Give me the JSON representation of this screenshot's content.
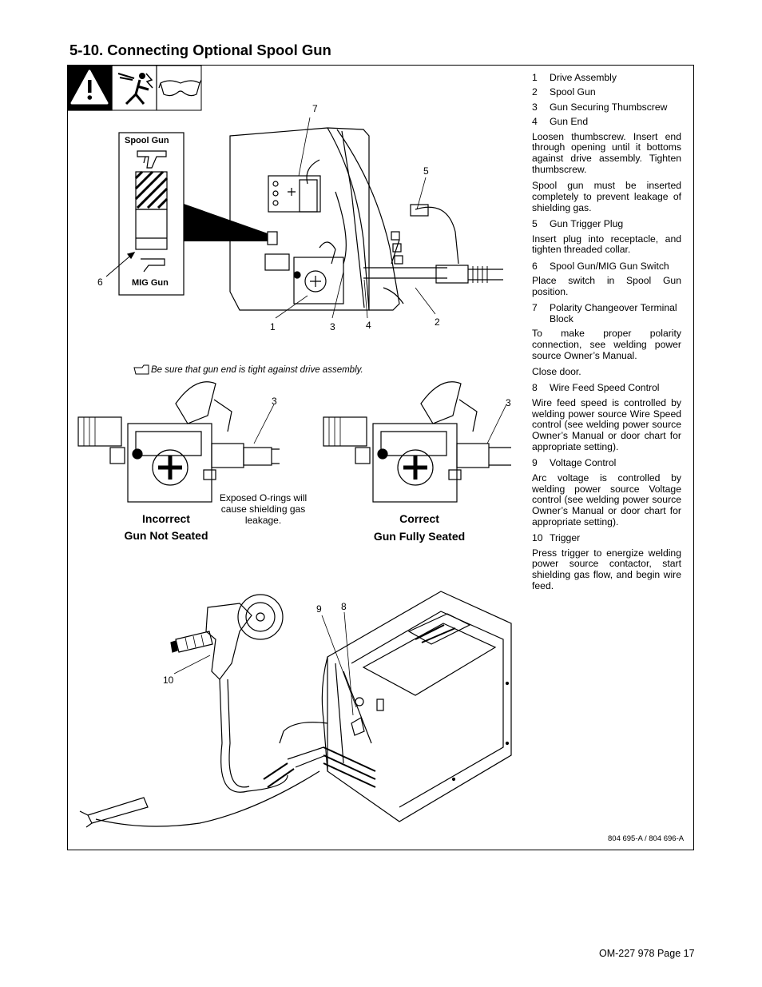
{
  "header": {
    "title": "5-10. Connecting Optional Spool Gun"
  },
  "steps": [
    {
      "kind": "item",
      "num": "1",
      "text": "Drive Assembly"
    },
    {
      "kind": "item",
      "num": "2",
      "text": "Spool Gun"
    },
    {
      "kind": "item",
      "num": "3",
      "text": "Gun Securing Thumbscrew"
    },
    {
      "kind": "item",
      "num": "4",
      "text": "Gun End"
    },
    {
      "kind": "para",
      "text": "Loosen thumbscrew. Insert end through opening until it bottoms against drive assembly. Tighten thumbscrew."
    },
    {
      "kind": "para",
      "text": "Spool gun must be inserted completely to prevent leakage of shielding gas."
    },
    {
      "kind": "item",
      "num": "5",
      "text": "Gun Trigger Plug"
    },
    {
      "kind": "para",
      "text": "Insert plug into receptacle, and tighten threaded collar."
    },
    {
      "kind": "item",
      "num": "6",
      "text": "Spool Gun/MIG Gun Switch"
    },
    {
      "kind": "para",
      "text": "Place switch in Spool Gun position."
    },
    {
      "kind": "item",
      "num": "7",
      "text": "Polarity Changeover Terminal Block"
    },
    {
      "kind": "para",
      "text": "To make proper polarity connection, see welding power source Owner’s Manual."
    },
    {
      "kind": "para",
      "text": "Close door."
    },
    {
      "kind": "item",
      "num": "8",
      "text": "Wire Feed Speed Control"
    },
    {
      "kind": "para",
      "text": "Wire feed speed is controlled by welding power source Wire Speed control (see welding power source Owner’s Manual or door chart for appropriate setting)."
    },
    {
      "kind": "item",
      "num": "9",
      "text": "Voltage Control"
    },
    {
      "kind": "para",
      "text": "Arc voltage is controlled by welding power source Voltage control (see welding power source Owner’s Manual or door chart for appropriate setting)."
    },
    {
      "kind": "item",
      "num": "10",
      "text": "Trigger"
    },
    {
      "kind": "para",
      "text": "Press trigger to energize welding power source contactor, start shielding gas flow, and begin wire feed."
    }
  ],
  "figure": {
    "callouts": [
      "1",
      "2",
      "3",
      "4",
      "5",
      "6",
      "7",
      "8",
      "9",
      "10",
      "3",
      "3"
    ],
    "switch_top_label": "Spool Gun",
    "switch_bottom_label": "MIG Gun",
    "note": "Be sure that gun end is tight against drive assembly.",
    "orings_note": "Exposed O-rings will cause shielding gas leakage.",
    "incorrect_line1": "Incorrect",
    "incorrect_line2": "Gun Not Seated",
    "correct_line1": "Correct",
    "correct_line2": "Gun Fully Seated",
    "part_numbers": "804 695-A / 804 696-A"
  },
  "icons": [
    "warning-icon",
    "electric-shock-icon",
    "safety-glasses-icon",
    "note-hand-icon",
    "spool-gun-icon",
    "mig-gun-icon"
  ],
  "footer": {
    "page": "OM-227 978 Page 17"
  }
}
